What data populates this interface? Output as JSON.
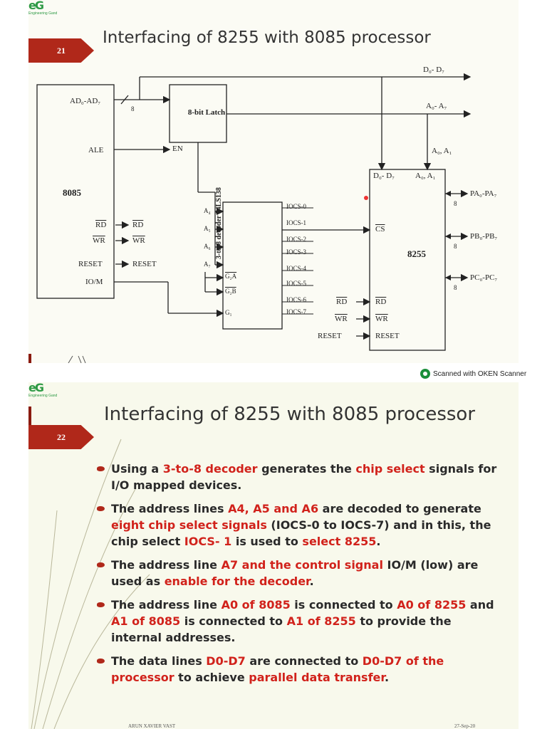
{
  "slide1": {
    "number": "21",
    "title": "Interfacing of 8255 with 8085 processor",
    "logo": {
      "mark": "eG",
      "sub": "Engineering Gand"
    },
    "diagram": {
      "cpu": {
        "name": "8085",
        "pins": {
          "ad": "AD₀-AD₇",
          "ale": "ALE",
          "rd": "RD",
          "wr": "WR",
          "reset": "RESET",
          "iom": "IO/M"
        }
      },
      "latch": {
        "name": "8-bit Latch",
        "en": "EN"
      },
      "bus_width": "8",
      "buses": {
        "data": "D₀- D₇",
        "addr": "A₀- A₇",
        "a0a1": "A₀, A₁"
      },
      "decoder": {
        "name": "3-to-8 decoder 74LS138",
        "inputs": [
          "A₄",
          "A₅",
          "A₆",
          "A₇"
        ],
        "enables": [
          "G₂A",
          "G₂B",
          "G₁"
        ],
        "outputs": [
          "IOCS-0",
          "IOCS-1",
          "IOCS-2",
          "IOCS-3",
          "IOCS-4",
          "IOCS-5",
          "IOCS-6",
          "IOCS-7"
        ]
      },
      "ppi": {
        "name": "8255",
        "data": "D₀- D₇",
        "addr": "A₀, A₁",
        "cs": "CS",
        "rd": "RD",
        "wr": "WR",
        "reset": "RESET",
        "ports": [
          "PA₀-PA₇",
          "PB₀-PB₇",
          "PC₀-PC₇"
        ],
        "port_width": "8"
      },
      "signals": {
        "rd": "RD",
        "wr": "WR",
        "reset": "RESET"
      }
    }
  },
  "scanner": {
    "text": "Scanned with OKEN Scanner"
  },
  "slide2": {
    "number": "22",
    "title": "Interfacing of 8255 with 8085 processor",
    "logo": {
      "mark": "eG",
      "sub": "Engineering Gand"
    },
    "bullets": [
      [
        {
          "t": "Using a "
        },
        {
          "t": "3-to-8 decoder",
          "h": true
        },
        {
          "t": " generates the "
        },
        {
          "t": "chip select",
          "h": true
        },
        {
          "t": " signals for I/O mapped devices."
        }
      ],
      [
        {
          "t": "The address lines "
        },
        {
          "t": "A4, A5 and A6",
          "h": true
        },
        {
          "t": " are decoded to generate "
        },
        {
          "t": "eight chip select signals",
          "h": true
        },
        {
          "t": " (IOCS-0 to IOCS-7) and in this, the chip select "
        },
        {
          "t": "IOCS- 1",
          "h": true
        },
        {
          "t": " is used to "
        },
        {
          "t": "select 8255",
          "h": true
        },
        {
          "t": "."
        }
      ],
      [
        {
          "t": "The address line "
        },
        {
          "t": "A7 and the control signal",
          "h": true
        },
        {
          "t": " IO/M (low) are used as "
        },
        {
          "t": "enable for the decoder",
          "h": true
        },
        {
          "t": "."
        }
      ],
      [
        {
          "t": "The address line "
        },
        {
          "t": "A0 of 8085",
          "h": true
        },
        {
          "t": " is connected to "
        },
        {
          "t": "A0 of 8255",
          "h": true
        },
        {
          "t": " and "
        },
        {
          "t": "A1 of 8085",
          "h": true
        },
        {
          "t": " is connected to "
        },
        {
          "t": "A1 of 8255",
          "h": true
        },
        {
          "t": " to provide the internal addresses."
        }
      ],
      [
        {
          "t": "The data lines "
        },
        {
          "t": "D0-D7",
          "h": true
        },
        {
          "t": " are connected to "
        },
        {
          "t": "D0-D7 of the processor",
          "h": true
        },
        {
          "t": " to achieve "
        },
        {
          "t": "parallel data transfer",
          "h": true
        },
        {
          "t": "."
        }
      ]
    ],
    "footer": {
      "author": "ARUN XAVIER VAST",
      "date": "27-Sep-20"
    }
  },
  "colors": {
    "accent": "#b0281a",
    "highlight": "#d1221b",
    "logo": "#2e9a45"
  }
}
